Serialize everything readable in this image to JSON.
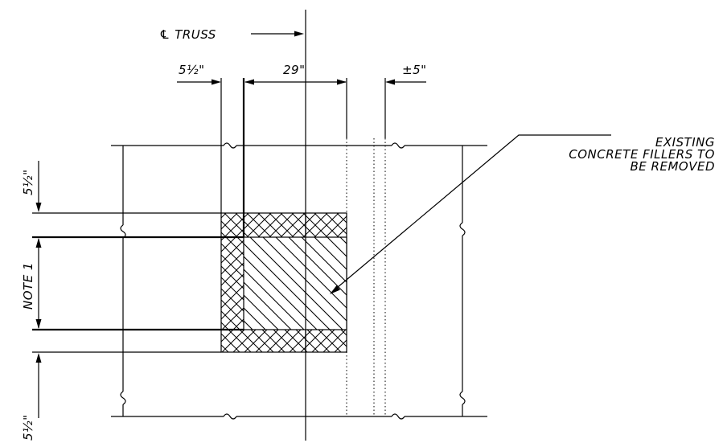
{
  "labels": {
    "truss": "℄ TRUSS",
    "dim_left_top": "5½\"",
    "dim_main": "29\"",
    "dim_right": "±5\"",
    "callout_line1": "EXISTING",
    "callout_line2": "CONCRETE FILLERS TO",
    "callout_line3": "BE REMOVED",
    "vert_top": "5½\"",
    "vert_note": "NOTE 1",
    "vert_bottom": "5½\""
  }
}
